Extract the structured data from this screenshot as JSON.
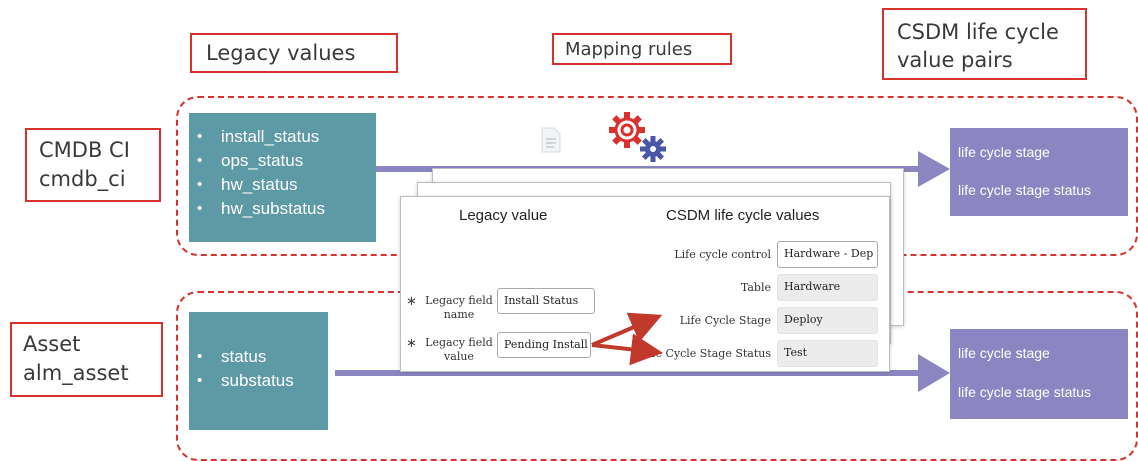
{
  "headers": {
    "legacy_values": "Legacy values",
    "mapping_rules": "Mapping rules",
    "csdm_pairs_line1": "CSDM life cycle",
    "csdm_pairs_line2": "value pairs"
  },
  "cmdb": {
    "label_line1": "CMDB CI",
    "label_line2": "cmdb_ci",
    "fields": [
      "install_status",
      "ops_status",
      "hw_status",
      "hw_substatus"
    ],
    "targets": [
      "life cycle stage",
      "life cycle stage status"
    ]
  },
  "asset": {
    "label_line1": "Asset",
    "label_line2": "alm_asset",
    "fields": [
      "status",
      "substatus"
    ],
    "targets": [
      "life cycle stage",
      "life cycle stage status"
    ]
  },
  "mapping_card": {
    "legacy_heading": "Legacy value",
    "csdm_heading": "CSDM life cycle values",
    "legacy_field_name_label_1": "Legacy field",
    "legacy_field_name_label_2": "name",
    "legacy_field_name_value": "Install Status",
    "legacy_field_value_label_1": "Legacy field",
    "legacy_field_value_label_2": "value",
    "legacy_field_value_value": "Pending Install",
    "required_marker": "∗",
    "rows": [
      {
        "label": "Life cycle control",
        "value": "Hardware - Dep"
      },
      {
        "label": "Table",
        "value": "Hardware"
      },
      {
        "label": "Life Cycle Stage",
        "value": "Deploy"
      },
      {
        "label": "Life Cycle Stage Status",
        "value": "Test"
      }
    ]
  },
  "colors": {
    "red": "#d9312c",
    "teal": "#5d9aa5",
    "purple": "#8b86c1",
    "gear_red": "#d9312c",
    "gear_blue": "#4a56a8"
  },
  "icons": [
    "gear-icon",
    "gear-icon",
    "document-icon"
  ]
}
